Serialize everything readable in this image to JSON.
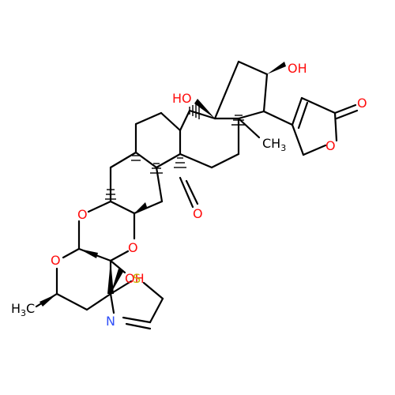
{
  "molecule": {
    "colors": {
      "carbon": "#000000",
      "oxygen": "#ff0d0d",
      "nitrogen": "#3050f8",
      "sulfur": "#c6b200",
      "background": "#ffffff"
    },
    "labels": {
      "oh_top_right": "OH",
      "o_lactone_carbonyl": "O",
      "ho_mid": "HO",
      "ch3_right": "CH",
      "ch3_right_sub": "3",
      "o_lactone_ring": "O",
      "o_aldehyde": "O",
      "o_dioxane_left": "O",
      "o_dioxane_right": "O",
      "o_pyran": "O",
      "oh_lower": "OH",
      "s_thiazoline": "S",
      "n_thiazoline": "N",
      "h3c_left": "H",
      "h3c_left_sub": "3",
      "h3c_left_c": "C"
    }
  }
}
